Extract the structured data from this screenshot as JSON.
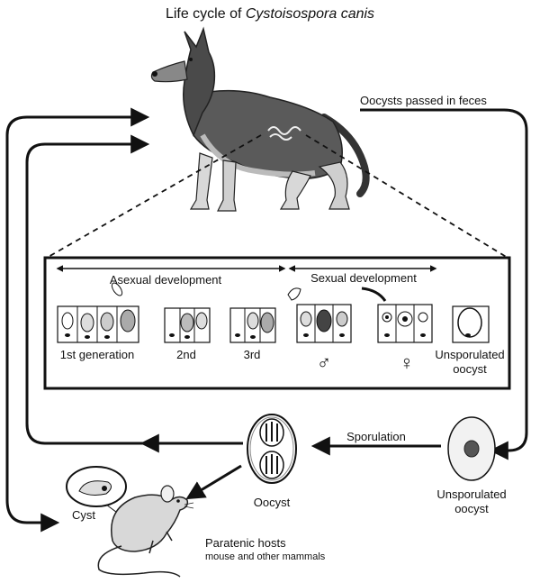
{
  "title": {
    "prefix": "Life cycle of ",
    "species": "Cystoisospora canis"
  },
  "labels": {
    "oocysts_passed": "Oocysts passed in feces",
    "asexual": "Asexual development",
    "sexual": "Sexual development",
    "gen1": "1st generation",
    "gen2": "2nd",
    "gen3": "3rd",
    "unsporulated_box_1": "Unsporulated",
    "unsporulated_box_2": "oocyst",
    "sporulation": "Sporulation",
    "oocyst": "Oocyst",
    "unsporulated_1": "Unsporulated",
    "unsporulated_2": "oocyst",
    "cyst": "Cyst",
    "paratenic_1": "Paratenic hosts",
    "paratenic_2": "mouse and other mammals"
  },
  "symbols": {
    "male": "♂",
    "female": "♀"
  },
  "icons": [
    "dog-illustration",
    "mouse-illustration",
    "intestinal-cell-clusters",
    "oocyst-sporulated",
    "oocyst-unsporulated",
    "cyst"
  ]
}
